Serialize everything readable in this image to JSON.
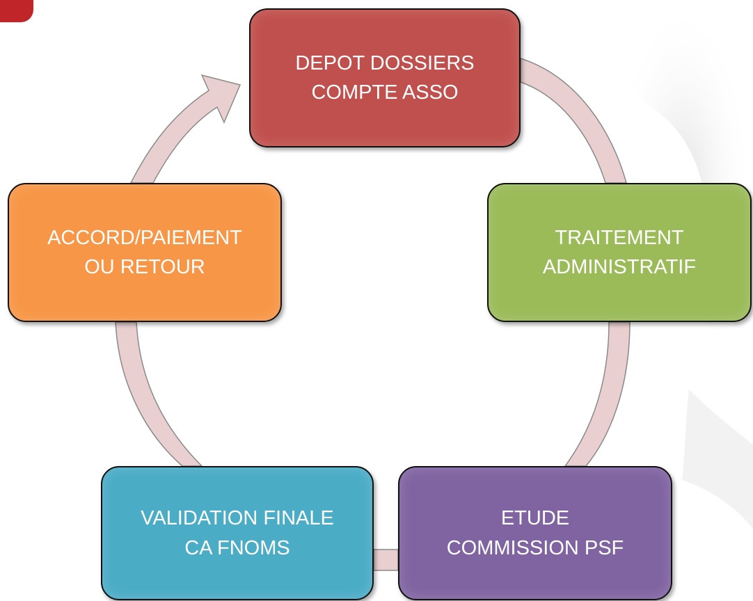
{
  "colors": {
    "ring_fill": "#e9cfd0",
    "ring_stroke": "#8a8a8a",
    "corner_tab": "#c0252a",
    "background_shape": "#e6e6e6"
  },
  "cycle": {
    "steps": [
      {
        "id": "depot",
        "line1": "DEPOT DOSSIERS",
        "line2": "COMPTE ASSO",
        "color": "#c0504d"
      },
      {
        "id": "traitement",
        "line1": "TRAITEMENT",
        "line2": "ADMINISTRATIF",
        "color": "#9bbb59"
      },
      {
        "id": "etude",
        "line1": "ETUDE",
        "line2": "COMMISSION PSF",
        "color": "#8064a2"
      },
      {
        "id": "validation",
        "line1": "VALIDATION FINALE",
        "line2": "CA FNOMS",
        "color": "#4bacc6"
      },
      {
        "id": "accord",
        "line1": "ACCORD/PAIEMENT",
        "line2": "OU RETOUR",
        "color": "#f79646"
      }
    ]
  }
}
